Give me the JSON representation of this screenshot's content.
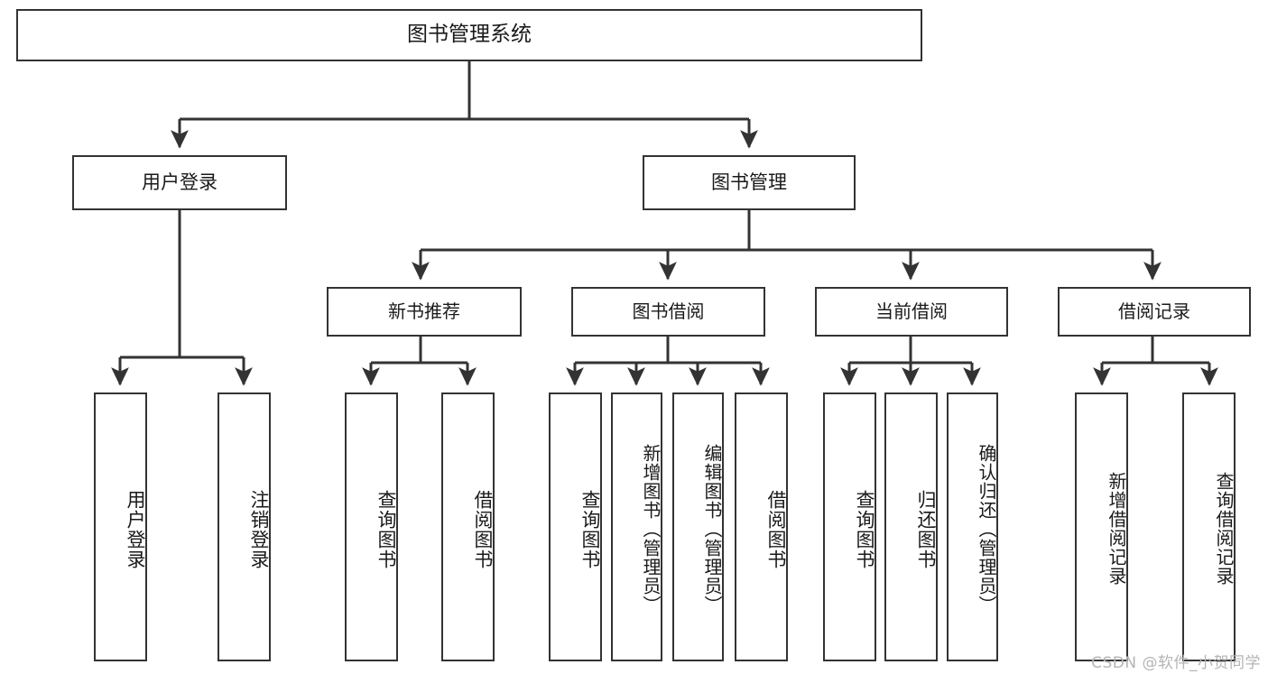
{
  "diagram": {
    "title": "图书管理系统",
    "watermark": "CSDN @软件_小贺同学",
    "colors": {
      "stroke": "#333333",
      "box_fill": "#ffffff",
      "text": "#1a1a1a",
      "watermark": "#b4b4b4",
      "background": "#ffffff"
    },
    "nodes": {
      "root": "图书管理系统",
      "level1": {
        "user_login": "用户登录",
        "book_management": "图书管理"
      },
      "level2": {
        "new_book_recommend": "新书推荐",
        "book_borrow": "图书借阅",
        "current_borrow": "当前借阅",
        "borrow_record": "借阅记录"
      },
      "leaves": {
        "user_login_children": [
          "用户登录",
          "注销登录"
        ],
        "new_book_recommend_children": [
          "查询图书",
          "借阅图书"
        ],
        "book_borrow_children": [
          "查询图书",
          "新增图书（管理员）",
          "编辑图书（管理员）",
          "借阅图书"
        ],
        "current_borrow_children": [
          "查询图书",
          "归还图书",
          "确认归还（管理员）"
        ],
        "borrow_record_children": [
          "新增借阅记录",
          "查询借阅记录"
        ]
      }
    }
  },
  "chart_data": {
    "type": "table",
    "title": "图书管理系统",
    "tree": [
      {
        "label": "图书管理系统",
        "level": 0,
        "children": [
          {
            "label": "用户登录",
            "level": 1,
            "children": [
              {
                "label": "用户登录",
                "level": 2,
                "children": []
              },
              {
                "label": "注销登录",
                "level": 2,
                "children": []
              }
            ]
          },
          {
            "label": "图书管理",
            "level": 1,
            "children": [
              {
                "label": "新书推荐",
                "level": 2,
                "children": [
                  {
                    "label": "查询图书",
                    "level": 3,
                    "children": []
                  },
                  {
                    "label": "借阅图书",
                    "level": 3,
                    "children": []
                  }
                ]
              },
              {
                "label": "图书借阅",
                "level": 2,
                "children": [
                  {
                    "label": "查询图书",
                    "level": 3,
                    "children": []
                  },
                  {
                    "label": "新增图书（管理员）",
                    "level": 3,
                    "children": []
                  },
                  {
                    "label": "编辑图书（管理员）",
                    "level": 3,
                    "children": []
                  },
                  {
                    "label": "借阅图书",
                    "level": 3,
                    "children": []
                  }
                ]
              },
              {
                "label": "当前借阅",
                "level": 2,
                "children": [
                  {
                    "label": "查询图书",
                    "level": 3,
                    "children": []
                  },
                  {
                    "label": "归还图书",
                    "level": 3,
                    "children": []
                  },
                  {
                    "label": "确认归还（管理员）",
                    "level": 3,
                    "children": []
                  }
                ]
              },
              {
                "label": "借阅记录",
                "level": 2,
                "children": [
                  {
                    "label": "新增借阅记录",
                    "level": 3,
                    "children": []
                  },
                  {
                    "label": "查询借阅记录",
                    "level": 3,
                    "children": []
                  }
                ]
              }
            ]
          }
        ]
      }
    ]
  }
}
